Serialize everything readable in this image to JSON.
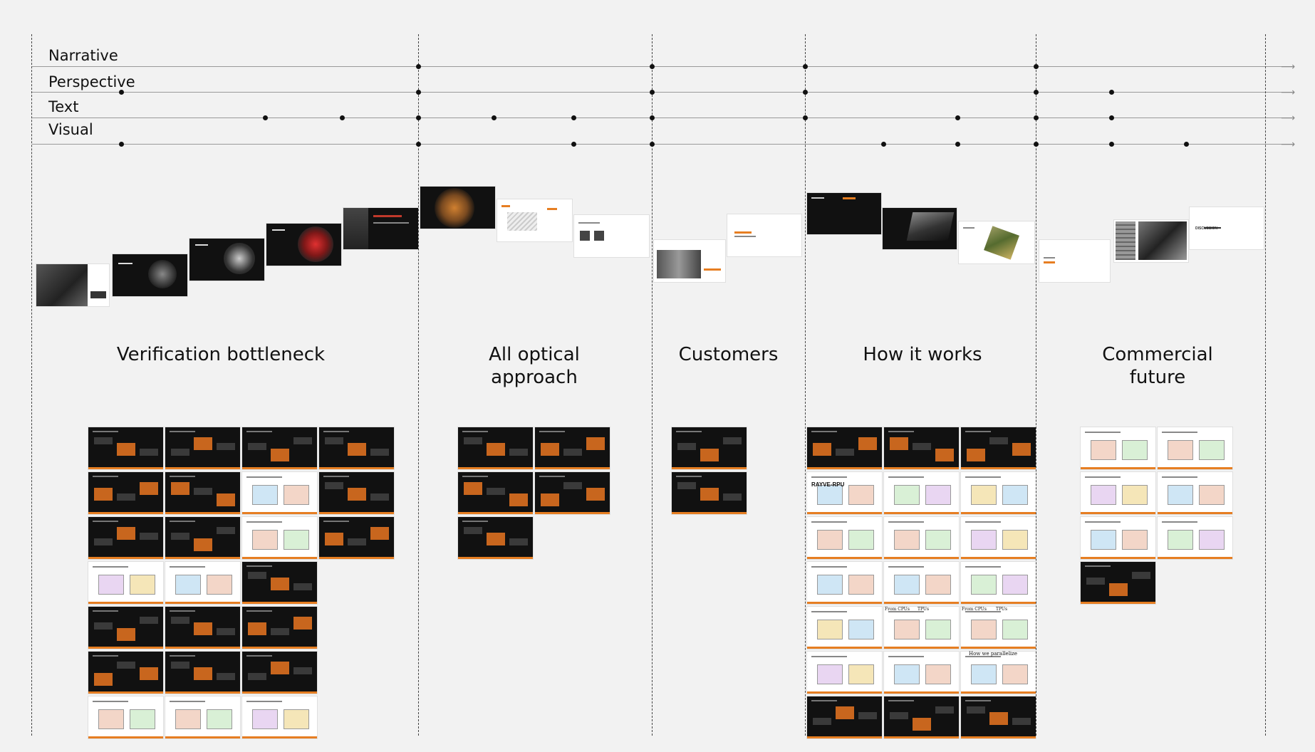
{
  "lanes": {
    "narrative": "Narrative",
    "perspective": "Perspective",
    "text": "Text",
    "visual": "Visual"
  },
  "sections": {
    "verification": "Verification bottleneck",
    "optical": "All optical\napproach",
    "customers": "Customers",
    "how": "How it works",
    "commercial": "Commercial\nfuture"
  },
  "slide_texts": {
    "rayve_rpu": "RAYVE-RPU",
    "how_we_parallelize": "How we parallelize",
    "from_cpus": "From CPUs",
    "to_tpus": "TPUs",
    "discussion": "DISCUSSION"
  },
  "colors": {
    "background": "#f2f2f2",
    "accent_orange": "#e67e22",
    "dark_slide": "#111111",
    "red_accent": "#c0392b"
  }
}
